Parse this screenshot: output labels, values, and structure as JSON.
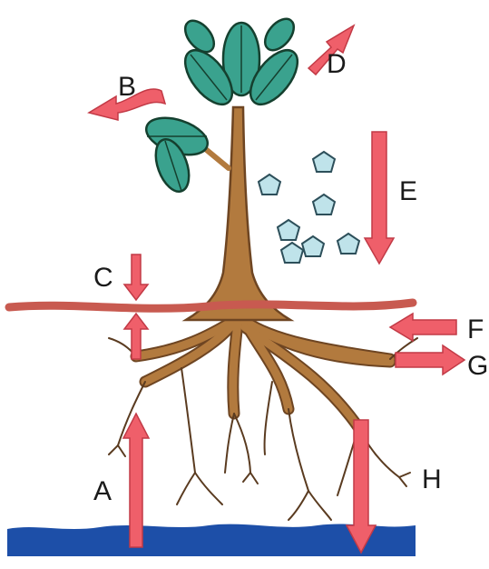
{
  "labels": {
    "a": "A",
    "b": "B",
    "c": "C",
    "d": "D",
    "e": "E",
    "f": "F",
    "g": "G",
    "h": "H"
  },
  "colors": {
    "arrow": "#ef5f6a",
    "arrow_edge": "#c23a46",
    "soil_line": "#c85a50",
    "trunk": "#b27a3e",
    "trunk_edge": "#6e4522",
    "leaf": "#3aa28e",
    "leaf_edge": "#15402f",
    "fallen_leaf": "#bfe3ea",
    "water": "#1d4fa8",
    "root_fine": "#5a3b20"
  }
}
